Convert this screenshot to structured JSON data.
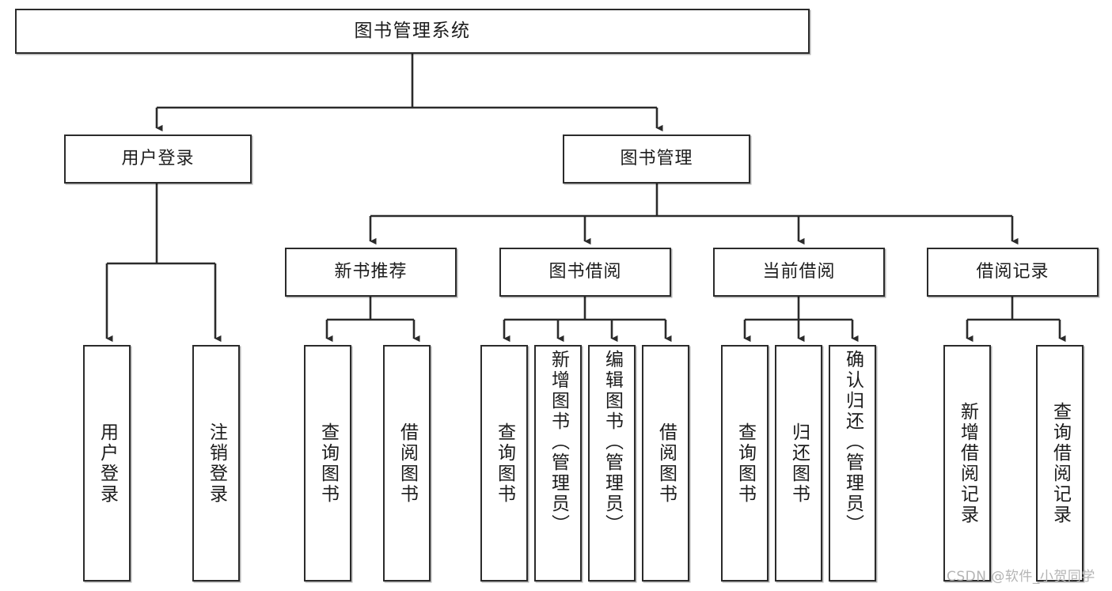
{
  "diagram": {
    "type": "tree",
    "title": "图书管理系统",
    "orientation": "top-down",
    "watermark": "CSDN @软件_小贺同学",
    "colors": {
      "box_border": "#2b2b2b",
      "box_fill": "#ffffff",
      "connector": "#2b2b2b",
      "text": "#1c1c1c",
      "watermark": "#b4b4b4",
      "background": "#ffffff"
    },
    "nodes": {
      "root": {
        "label": "图书管理系统",
        "level": 0
      },
      "user_login": {
        "label": "用户登录",
        "level": 1
      },
      "book_manage": {
        "label": "图书管理",
        "level": 1
      },
      "new_book_rec": {
        "label": "新书推荐",
        "level": 2
      },
      "book_borrow": {
        "label": "图书借阅",
        "level": 2
      },
      "current_borrow": {
        "label": "当前借阅",
        "level": 2
      },
      "borrow_record": {
        "label": "借阅记录",
        "level": 2
      },
      "leaf_user_login": {
        "label": "用户登录",
        "level": 3
      },
      "leaf_logout": {
        "label": "注销登录",
        "level": 3
      },
      "leaf_query_book_1": {
        "label": "查询图书",
        "level": 3
      },
      "leaf_borrow_book_1": {
        "label": "借阅图书",
        "level": 3
      },
      "leaf_query_book_2": {
        "label": "查询图书",
        "level": 3
      },
      "leaf_add_book": {
        "label": "新增图书（管理员）",
        "level": 3
      },
      "leaf_edit_book": {
        "label": "编辑图书（管理员）",
        "level": 3
      },
      "leaf_borrow_book_2": {
        "label": "借阅图书",
        "level": 3
      },
      "leaf_query_book_3": {
        "label": "查询图书",
        "level": 3
      },
      "leaf_return_book": {
        "label": "归还图书",
        "level": 3
      },
      "leaf_confirm_return": {
        "label": "确认归还（管理员）",
        "level": 3
      },
      "leaf_add_record": {
        "label": "新增借阅记录",
        "level": 3
      },
      "leaf_query_record": {
        "label": "查询借阅记录",
        "level": 3
      }
    },
    "edges": [
      {
        "from": "root",
        "to": "user_login"
      },
      {
        "from": "root",
        "to": "book_manage"
      },
      {
        "from": "user_login",
        "to": "leaf_user_login"
      },
      {
        "from": "user_login",
        "to": "leaf_logout"
      },
      {
        "from": "book_manage",
        "to": "new_book_rec"
      },
      {
        "from": "book_manage",
        "to": "book_borrow"
      },
      {
        "from": "book_manage",
        "to": "current_borrow"
      },
      {
        "from": "book_manage",
        "to": "borrow_record"
      },
      {
        "from": "new_book_rec",
        "to": "leaf_query_book_1"
      },
      {
        "from": "new_book_rec",
        "to": "leaf_borrow_book_1"
      },
      {
        "from": "book_borrow",
        "to": "leaf_query_book_2"
      },
      {
        "from": "book_borrow",
        "to": "leaf_add_book"
      },
      {
        "from": "book_borrow",
        "to": "leaf_edit_book"
      },
      {
        "from": "book_borrow",
        "to": "leaf_borrow_book_2"
      },
      {
        "from": "current_borrow",
        "to": "leaf_query_book_3"
      },
      {
        "from": "current_borrow",
        "to": "leaf_return_book"
      },
      {
        "from": "current_borrow",
        "to": "leaf_confirm_return"
      },
      {
        "from": "borrow_record",
        "to": "leaf_add_record"
      },
      {
        "from": "borrow_record",
        "to": "leaf_query_record"
      }
    ]
  }
}
